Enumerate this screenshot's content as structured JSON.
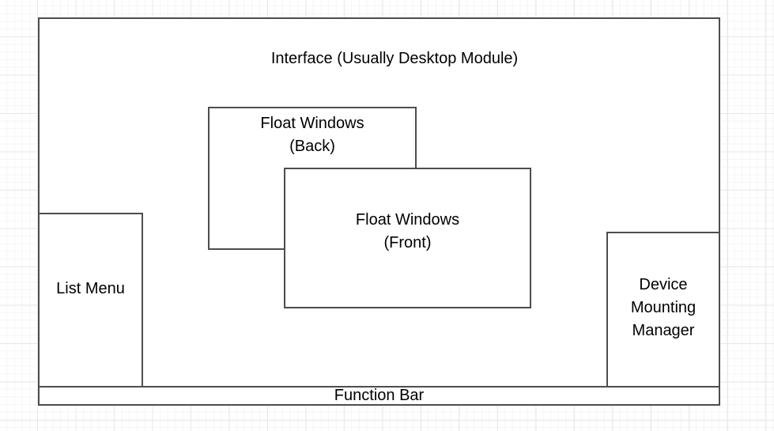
{
  "diagram": {
    "interface_label": "Interface (Usually Desktop Module)",
    "float_back_label": "Float Windows\n(Back)",
    "float_front_label": "Float Windows\n(Front)",
    "list_menu_label": "List Menu",
    "device_manager_label": "Device\nMounting\nManager",
    "function_bar_label": "Function Bar"
  },
  "colors": {
    "stroke": "#4d4d4d",
    "shape_fill": "#ffffff",
    "grid_minor": "#f5f5f5",
    "grid_major": "#e9e9e9",
    "text": "#000000"
  }
}
